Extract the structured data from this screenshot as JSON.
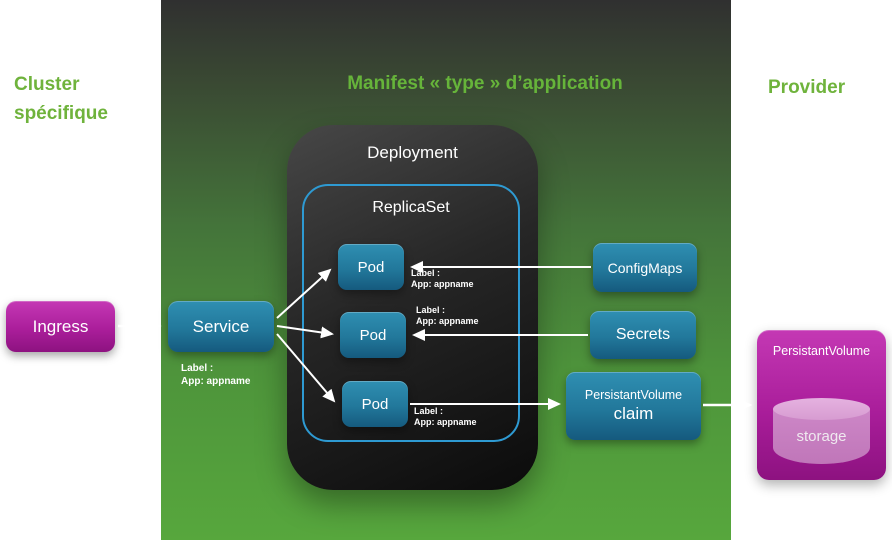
{
  "titles": {
    "left_line1": "Cluster",
    "left_line2": "spécifique",
    "center": "Manifest « type » d’application",
    "right": "Provider"
  },
  "nodes": {
    "ingress": "Ingress",
    "service": "Service",
    "deployment": "Deployment",
    "replicaset": "ReplicaSet",
    "pod1": "Pod",
    "pod2": "Pod",
    "pod3": "Pod",
    "configmaps": "ConfigMaps",
    "secrets": "Secrets",
    "pv_claim_line1": "PersistantVolume",
    "pv_claim_line2": "claim",
    "persistant_volume": "PersistantVolume",
    "storage": "storage"
  },
  "annotations": {
    "service_label_line1": "Label :",
    "service_label_line2": "App: appname",
    "pod1_label_line1": "Label :",
    "pod1_label_line2": "App: appname",
    "pod2_label_line1": "Label :",
    "pod2_label_line2": "App: appname",
    "pod3_label_line1": "Label :",
    "pod3_label_line2": "App: appname"
  },
  "colors": {
    "accent_green": "#6fb33c",
    "panel_gradient_top": "#303030",
    "panel_gradient_bottom": "#57a73d",
    "node_teal": "#22789b",
    "node_magenta": "#ab1e9b",
    "replicaset_border": "#2e9ad2",
    "cylinder_pink": "#cd87c7",
    "arrow": "#ffffff"
  }
}
